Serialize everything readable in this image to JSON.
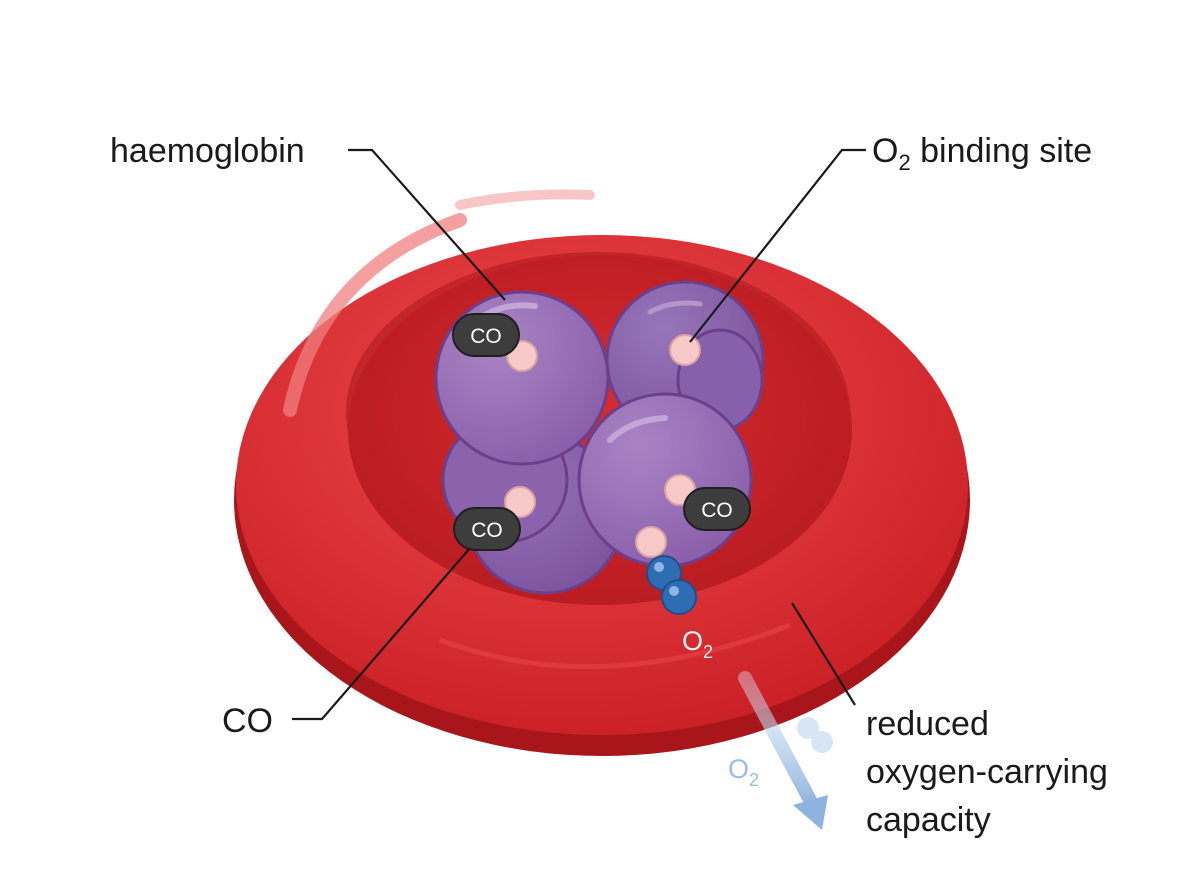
{
  "labels": {
    "haemoglobin": "haemoglobin",
    "o2_binding_site_main": "O",
    "o2_binding_site_sub": "2",
    "o2_binding_site_rest": " binding site",
    "co": "CO",
    "reduced_line1": "reduced",
    "reduced_line2": "oxygen-carrying",
    "reduced_line3": "capacity"
  },
  "molecules": {
    "co_label": "CO",
    "o2_main": "O",
    "o2_sub": "2"
  },
  "colors": {
    "cell_red": "#d9262b",
    "cell_inner": "#c41f24",
    "haemoglobin_purple": "#9a6fb8",
    "binding_site_pink": "#f7c8c8",
    "co_dark": "#3d3d3d",
    "o2_blue": "#2f6db3",
    "o2_faded": "#9bbde3"
  }
}
